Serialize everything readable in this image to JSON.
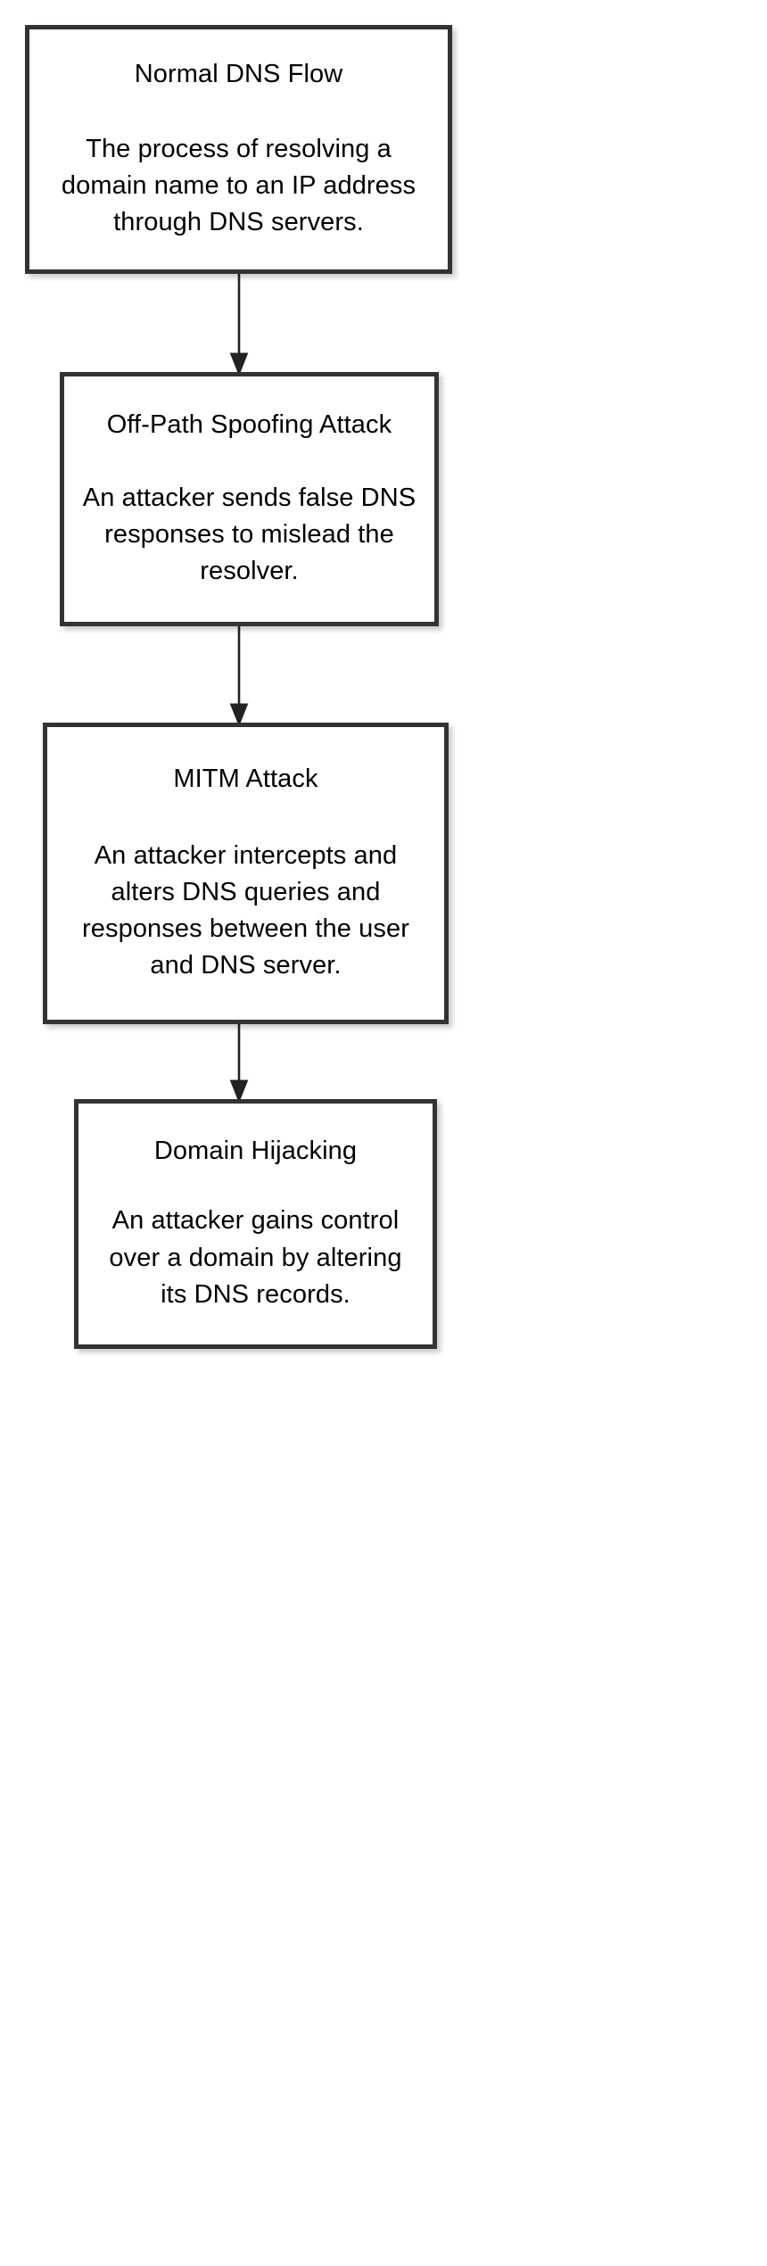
{
  "diagram": {
    "type": "flowchart",
    "orientation": "top-to-bottom",
    "background_color": "#ffffff",
    "node_border_color": "#333333",
    "node_fill_color": "#ffffff",
    "text_color": "#000000",
    "connector_color": "#222222",
    "nodes": [
      {
        "id": "normal-dns-flow",
        "title": "Normal DNS Flow",
        "description": "The process of resolving a domain name to an IP address through DNS servers."
      },
      {
        "id": "off-path-spoofing-attack",
        "title": "Off-Path Spoofing Attack",
        "description": "An attacker sends false DNS responses to mislead the resolver."
      },
      {
        "id": "mitm-attack",
        "title": "MITM Attack",
        "description": "An attacker intercepts and alters DNS queries and responses between the user and DNS server."
      },
      {
        "id": "domain-hijacking",
        "title": "Domain Hijacking",
        "description": "An attacker gains control over a domain by altering its DNS records."
      }
    ],
    "edges": [
      {
        "id": "edge-1",
        "from": "normal-dns-flow",
        "to": "off-path-spoofing-attack",
        "arrow": "down-arrow"
      },
      {
        "id": "edge-2",
        "from": "off-path-spoofing-attack",
        "to": "mitm-attack",
        "arrow": "down-arrow"
      },
      {
        "id": "edge-3",
        "from": "mitm-attack",
        "to": "domain-hijacking",
        "arrow": "down-arrow"
      }
    ]
  }
}
